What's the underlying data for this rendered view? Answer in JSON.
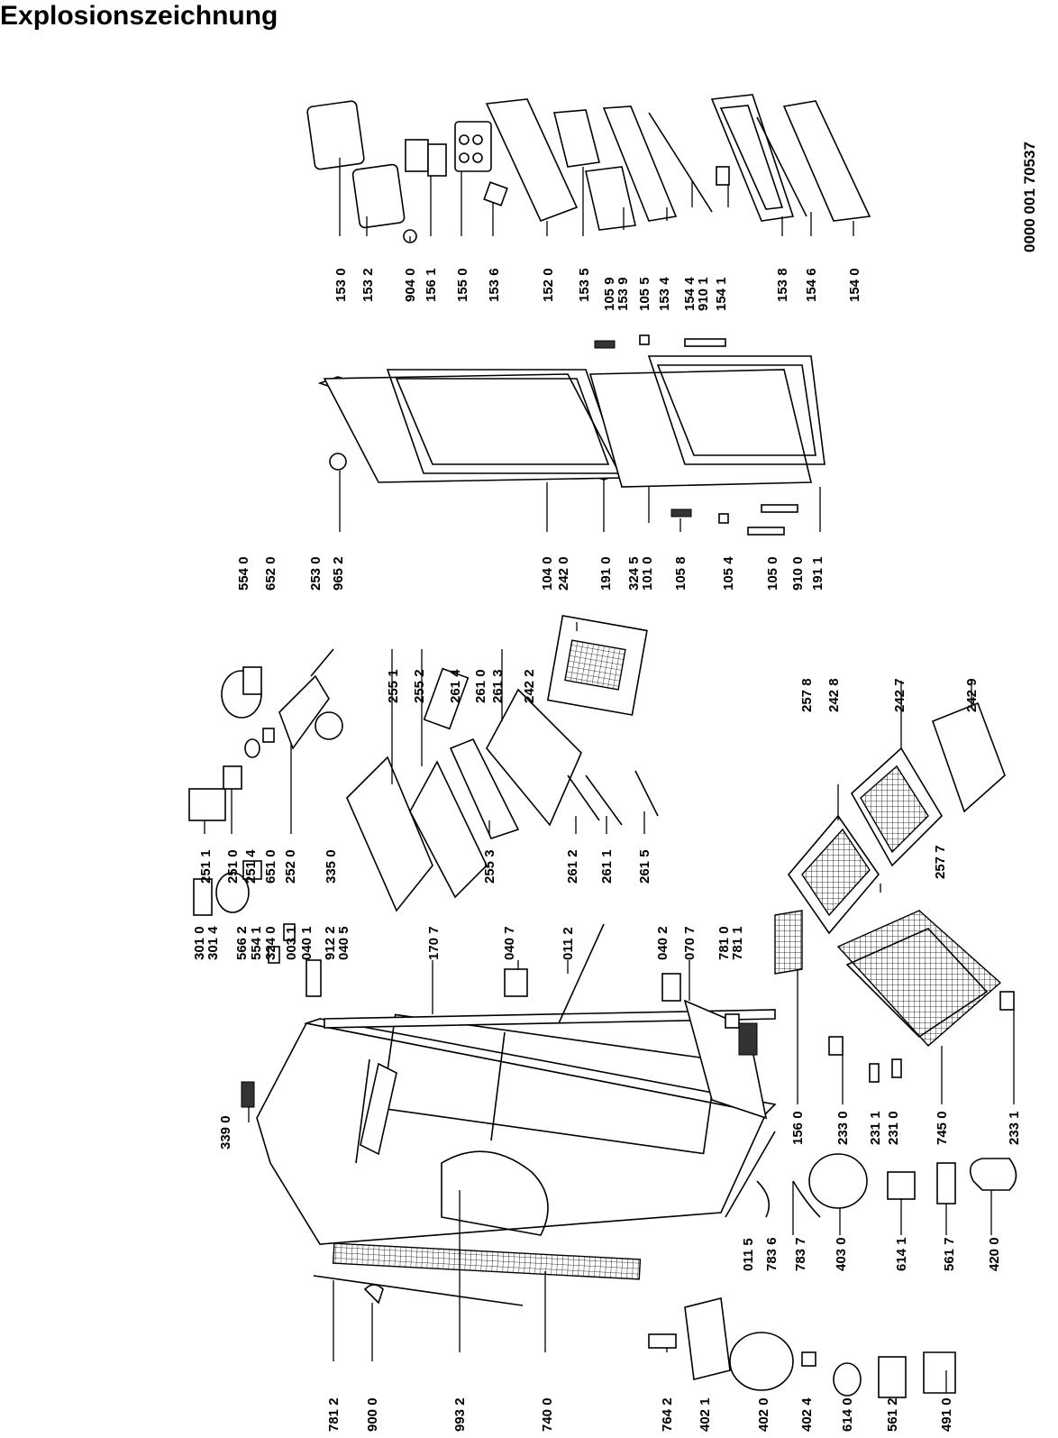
{
  "title": "Explosionszeichnung",
  "document_number": "0000 001 70537",
  "part_labels": [
    "153 0",
    "153 2",
    "904 0",
    "156 1",
    "155 0",
    "153 6",
    "152 0",
    "153 5",
    "105 9",
    "153 9",
    "105 5",
    "153 4",
    "154 4",
    "910 1",
    "154 1",
    "153 8",
    "154 6",
    "154 0",
    "554 0",
    "652 0",
    "253 0",
    "965 2",
    "104 0",
    "242 0",
    "191 0",
    "324 5",
    "101 0",
    "105 8",
    "105 4",
    "105 0",
    "910 0",
    "191 1",
    "255 1",
    "255 2",
    "261 4",
    "261 0",
    "261 3",
    "242 2",
    "257 8",
    "242 8",
    "242 7",
    "242 9",
    "251 1",
    "251 0",
    "251 4",
    "651 0",
    "252 0",
    "335 0",
    "255 3",
    "261 2",
    "261 1",
    "261 5",
    "257 7",
    "301 0",
    "301 4",
    "566 2",
    "554 1",
    "324 0",
    "003 1",
    "040 1",
    "912 2",
    "040 5",
    "170 7",
    "040 7",
    "011 2",
    "040 2",
    "070 7",
    "781 0",
    "781 1",
    "156 0",
    "233 0",
    "231 1",
    "231 0",
    "745 0",
    "233 1",
    "339 0",
    "011 5",
    "783 6",
    "783 7",
    "403 0",
    "614 1",
    "561 7",
    "420 0",
    "781 2",
    "900 0",
    "993 2",
    "740 0",
    "764 2",
    "402 1",
    "402 0",
    "402 4",
    "614 0",
    "561 2",
    "491 0"
  ]
}
